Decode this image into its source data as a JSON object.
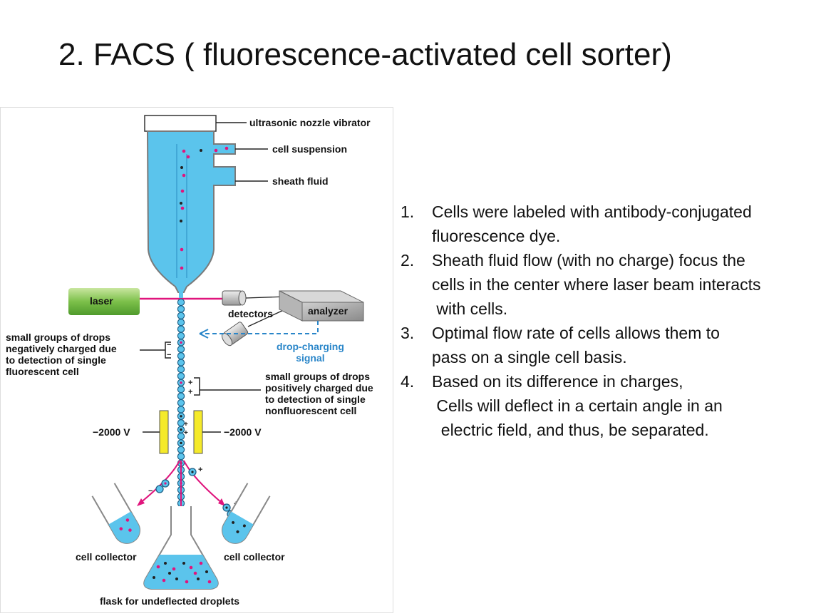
{
  "title": "2. FACS ( fluorescence-activated cell sorter)",
  "diagram": {
    "labels": {
      "nozzle_vibrator": "ultrasonic nozzle vibrator",
      "cell_suspension": "cell suspension",
      "sheath_fluid": "sheath fluid",
      "laser": "laser",
      "detectors": "detectors",
      "analyzer": "analyzer",
      "drop_charging_1": "drop-charging",
      "drop_charging_2": "signal",
      "neg_1": "small groups of drops",
      "neg_2": "negatively charged due",
      "neg_3": "to detection of single",
      "neg_4": "fluorescent cell",
      "pos_1": "small groups of drops",
      "pos_2": "positively charged due",
      "pos_3": "to detection of single",
      "pos_4": "nonfluorescent cell",
      "voltage_left": "−2000 V",
      "voltage_right": "−2000 V",
      "collector_left": "cell collector",
      "collector_right": "cell collector",
      "flask": "flask for undeflected droplets"
    },
    "colors": {
      "fluid": "#5bc4ec",
      "magenta": "#e0157d",
      "plate": "#f5ea2a",
      "laser": "#7cc04a",
      "signal": "#2a86c9",
      "analyzer": "#9a9a9a"
    }
  },
  "steps": [
    {
      "num": "1.",
      "line1": "Cells were labeled with antibody-conjugated",
      "line2": "fluorescence dye.",
      "line3": ""
    },
    {
      "num": "2.",
      "line1": "Sheath fluid flow (with no charge) focus the",
      "line2": "cells in the center where laser beam interacts",
      "line3": " with cells."
    },
    {
      "num": "3.",
      "line1": "Optimal flow rate of cells allows them to",
      "line2": "pass on a single cell basis.",
      "line3": ""
    },
    {
      "num": "4.",
      "line1": "Based on its difference in charges,",
      "line2": " Cells will deflect in a certain angle in an",
      "line3": "  electric field, and thus, be separated."
    }
  ]
}
